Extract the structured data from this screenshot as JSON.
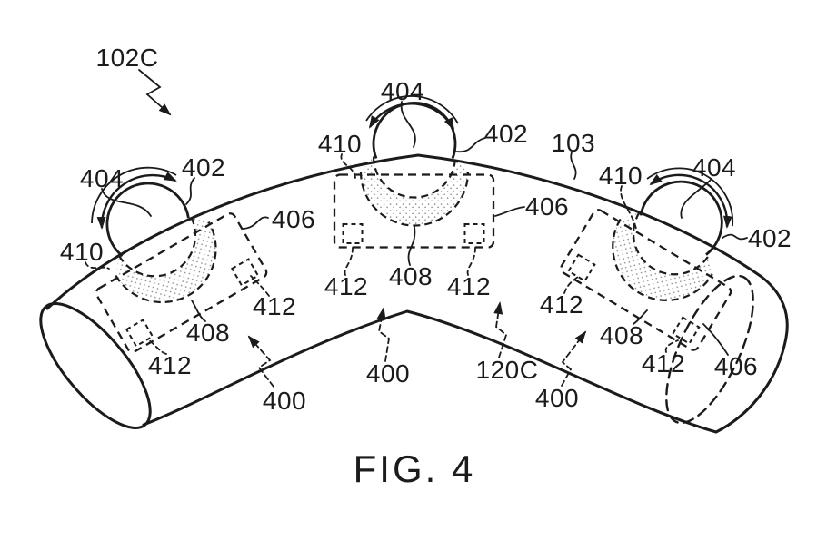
{
  "caption": "FIG. 4",
  "colors": {
    "ink": "#1b1b1b",
    "background": "#ffffff",
    "stipple_dots": "#8a8a8a"
  },
  "labels": [
    {
      "name": "ref-102c",
      "text": "102C"
    },
    {
      "name": "ref-404-left",
      "text": "404"
    },
    {
      "name": "ref-402-left",
      "text": "402"
    },
    {
      "name": "ref-410-left",
      "text": "410"
    },
    {
      "name": "ref-406-left",
      "text": "406"
    },
    {
      "name": "ref-412-left-lower",
      "text": "412"
    },
    {
      "name": "ref-412-left-inner",
      "text": "412"
    },
    {
      "name": "ref-408-left",
      "text": "408"
    },
    {
      "name": "ref-404-middle",
      "text": "404"
    },
    {
      "name": "ref-410-middle",
      "text": "410"
    },
    {
      "name": "ref-402-middle",
      "text": "402"
    },
    {
      "name": "ref-406-middle",
      "text": "406"
    },
    {
      "name": "ref-412-middle-left",
      "text": "412"
    },
    {
      "name": "ref-408-middle",
      "text": "408"
    },
    {
      "name": "ref-412-middle-right",
      "text": "412"
    },
    {
      "name": "ref-103",
      "text": "103"
    },
    {
      "name": "ref-410-right",
      "text": "410"
    },
    {
      "name": "ref-404-right",
      "text": "404"
    },
    {
      "name": "ref-402-right",
      "text": "402"
    },
    {
      "name": "ref-412-right-left",
      "text": "412"
    },
    {
      "name": "ref-408-right",
      "text": "408"
    },
    {
      "name": "ref-412-right-lower",
      "text": "412"
    },
    {
      "name": "ref-406-right",
      "text": "406"
    },
    {
      "name": "ref-400-left",
      "text": "400"
    },
    {
      "name": "ref-400-middle",
      "text": "400"
    },
    {
      "name": "ref-120c",
      "text": "120C"
    },
    {
      "name": "ref-400-right",
      "text": "400"
    }
  ]
}
